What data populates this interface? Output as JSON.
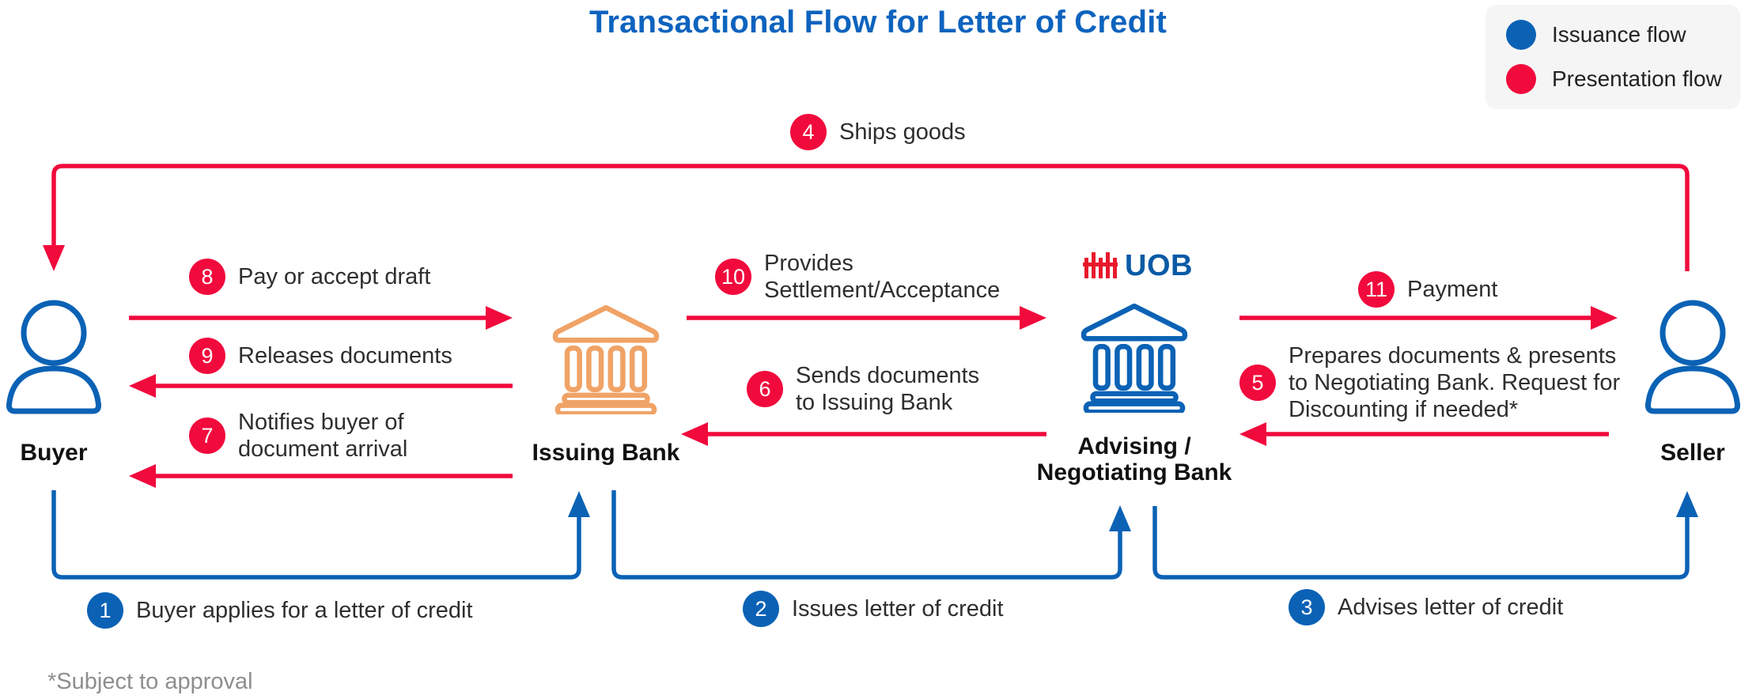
{
  "title": "Transactional Flow for Letter of Credit",
  "legend": {
    "items": [
      {
        "label": "Issuance flow",
        "color": "#0B62B5"
      },
      {
        "label": "Presentation flow",
        "color": "#F10A3C"
      }
    ]
  },
  "entities": {
    "buyer": "Buyer",
    "issuing_bank": "Issuing Bank",
    "advising_line1": "Advising /",
    "advising_line2": "Negotiating Bank",
    "seller": "Seller",
    "uob_wordmark": "UOB"
  },
  "steps": [
    {
      "num": "1",
      "text": "Buyer applies for a letter of credit",
      "flow": "issuance"
    },
    {
      "num": "2",
      "text": "Issues letter of credit",
      "flow": "issuance"
    },
    {
      "num": "3",
      "text": "Advises letter of credit",
      "flow": "issuance"
    },
    {
      "num": "4",
      "text": "Ships goods",
      "flow": "presentation"
    },
    {
      "num": "5",
      "text": "Prepares documents & presents to Negotiating Bank. Request for Discounting if needed*",
      "flow": "presentation"
    },
    {
      "num": "6",
      "text": "Sends documents to Issuing Bank",
      "flow": "presentation"
    },
    {
      "num": "7",
      "text": "Notifies buyer of document arrival",
      "flow": "presentation"
    },
    {
      "num": "8",
      "text": "Pay or accept draft",
      "flow": "presentation"
    },
    {
      "num": "9",
      "text": "Releases documents",
      "flow": "presentation"
    },
    {
      "num": "10",
      "text": "Provides Settlement/Acceptance",
      "flow": "presentation"
    },
    {
      "num": "11",
      "text": "Payment",
      "flow": "presentation"
    }
  ],
  "footnote": "*Subject to approval",
  "colors": {
    "issuance_blue": "#0B62B5",
    "presentation_red": "#F10A3C",
    "issuing_bank_orange": "#F0A366",
    "title_blue": "#0D63BE",
    "uob_red": "#E8192C",
    "uob_blue": "#0A5AA5",
    "text": "#2E2E2E",
    "footnote_gray": "#8E8E8E",
    "legend_bg": "#F5F5F5"
  }
}
